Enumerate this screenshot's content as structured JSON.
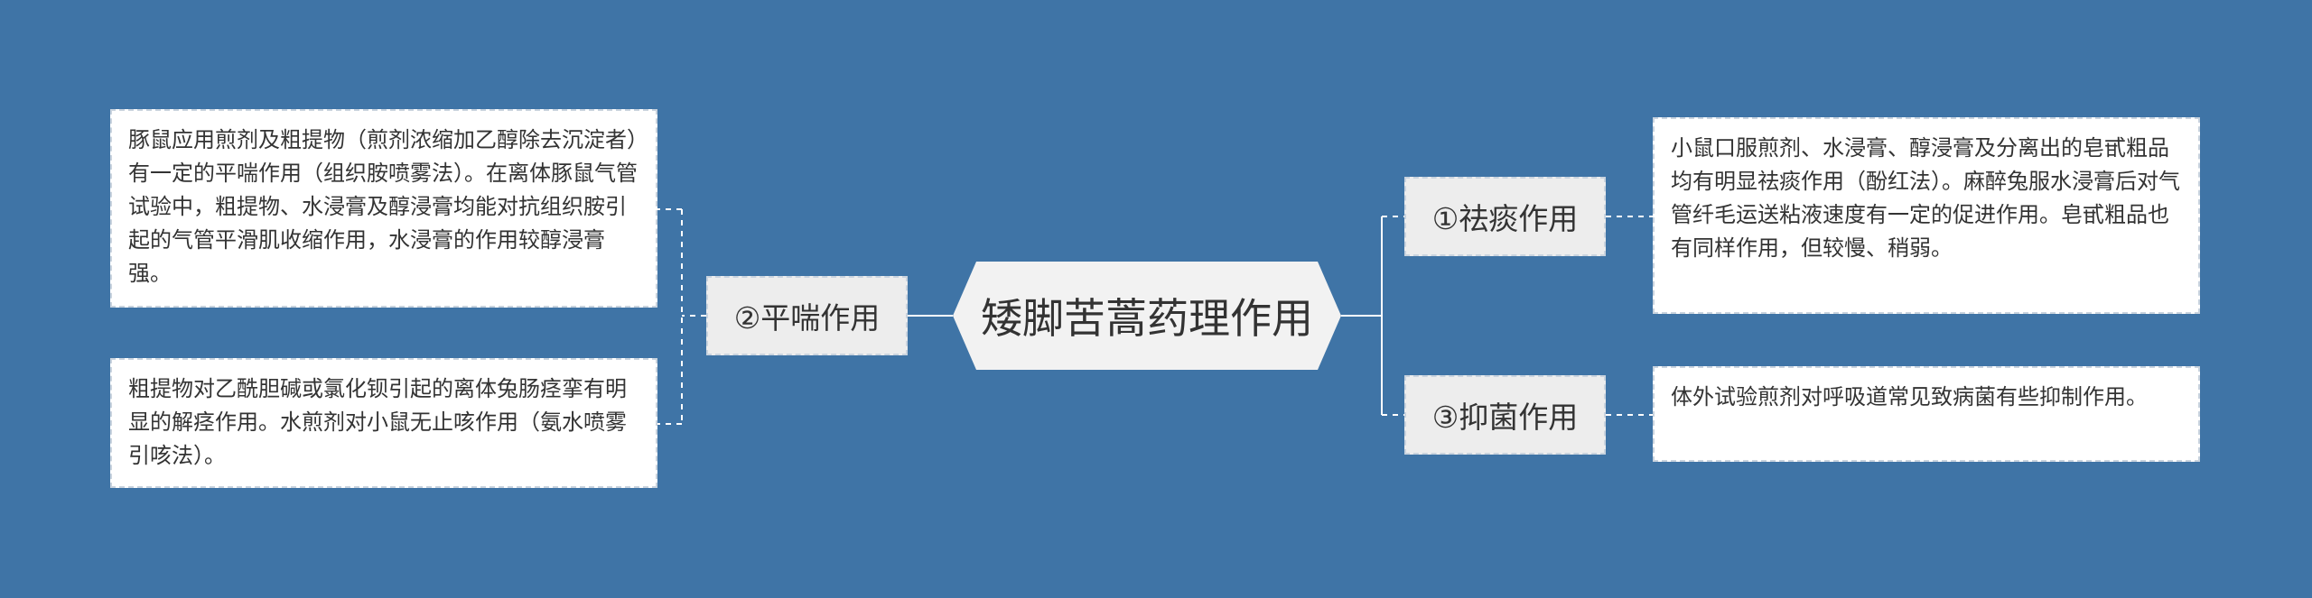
{
  "root": {
    "label": "矮脚苦蒿药理作用"
  },
  "branches": {
    "left": {
      "label": "②平喘作用",
      "leaves": [
        "豚鼠应用煎剂及粗提物（煎剂浓缩加乙醇除去沉淀者）有一定的平喘作用（组织胺喷雾法）。在离体豚鼠气管试验中，粗提物、水浸膏及醇浸膏均能对抗组织胺引起的气管平滑肌收缩作用，水浸膏的作用较醇浸膏强。",
        "粗提物对乙酰胆碱或氯化钡引起的离体兔肠痉挛有明显的解痉作用。水煎剂对小鼠无止咳作用（氨水喷雾引咳法）。"
      ]
    },
    "right_top": {
      "label": "①祛痰作用",
      "leaves": [
        "小鼠口服煎剂、水浸膏、醇浸膏及分离出的皂甙粗品均有明显祛痰作用（酚红法）。麻醉兔服水浸膏后对气管纤毛运送粘液速度有一定的促进作用。皂甙粗品也有同样作用，但较慢、稍弱。"
      ]
    },
    "right_bottom": {
      "label": "③抑菌作用",
      "leaves": [
        "体外试验煎剂对呼吸道常见致病菌有些抑制作用。"
      ]
    }
  },
  "colors": {
    "background": "#3f74a6",
    "node_fill": "#ededed",
    "leaf_fill": "#ffffff",
    "connector": "#ffffff",
    "text": "#333333"
  }
}
